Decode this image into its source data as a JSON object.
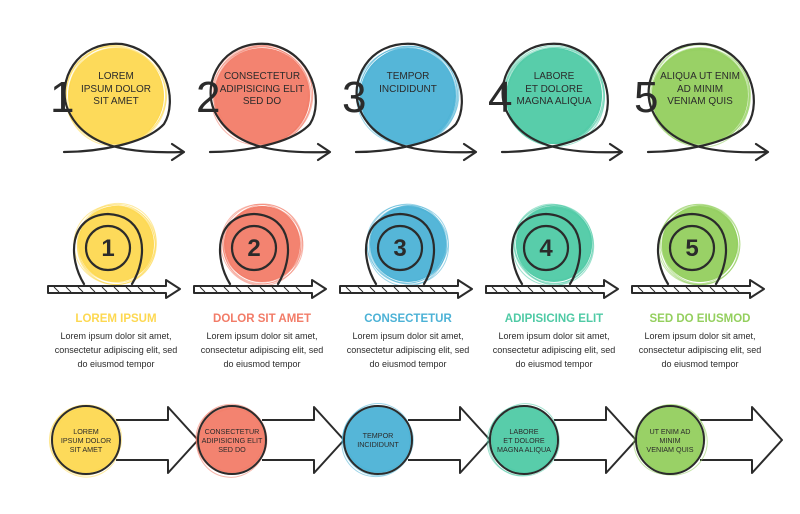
{
  "colors": {
    "yellow": "#fdd851",
    "coral": "#f27c68",
    "blue": "#4cb2d6",
    "teal": "#4fcaa5",
    "green": "#94cf5e",
    "ink": "#2b2b2b"
  },
  "row1": [
    {
      "number": "1",
      "text": "LOREM IPSUM DOLOR SIT AMET",
      "lines": [
        "LOREM",
        "IPSUM DOLOR",
        "SIT AMET"
      ],
      "color": "#fdd851"
    },
    {
      "number": "2",
      "text": "CONSECTETUR ADIPISICING ELIT SED DO",
      "lines": [
        "CONSECTETUR",
        "ADIPISICING ELIT",
        "SED DO"
      ],
      "color": "#f27c68"
    },
    {
      "number": "3",
      "text": "TEMPOR INCIDIDUNT",
      "lines": [
        "TEMPOR",
        "INCIDIDUNT"
      ],
      "color": "#4cb2d6"
    },
    {
      "number": "4",
      "text": "LABORE ET DOLORE MAGNA ALIQUA",
      "lines": [
        "LABORE",
        "ET DOLORE",
        "MAGNA ALIQUA"
      ],
      "color": "#4fcaa5"
    },
    {
      "number": "5",
      "text": "ALIQUA UT ENIM AD MINIM VENIAM QUIS",
      "lines": [
        "ALIQUA UT ENIM",
        "AD MINIM",
        "VENIAM QUIS"
      ],
      "color": "#94cf5e"
    }
  ],
  "row2": [
    {
      "number": "1",
      "heading": "LOREM IPSUM",
      "body": [
        "Lorem ipsum dolor sit amet,",
        "consectetur adipiscing elit, sed",
        "do eiusmod tempor"
      ],
      "color": "#fdd851"
    },
    {
      "number": "2",
      "heading": "DOLOR SIT AMET",
      "body": [
        "Lorem ipsum dolor sit amet,",
        "consectetur adipiscing elit, sed",
        "do eiusmod tempor"
      ],
      "color": "#f27c68"
    },
    {
      "number": "3",
      "heading": "CONSECTETUR",
      "body": [
        "Lorem ipsum dolor sit amet,",
        "consectetur adipiscing elit, sed",
        "do eiusmod tempor"
      ],
      "color": "#4cb2d6"
    },
    {
      "number": "4",
      "heading": "ADIPISICING ELIT",
      "body": [
        "Lorem ipsum dolor sit amet,",
        "consectetur adipiscing elit, sed",
        "do eiusmod tempor"
      ],
      "color": "#4fcaa5"
    },
    {
      "number": "5",
      "heading": "SED DO EIUSMOD",
      "body": [
        "Lorem ipsum dolor sit amet,",
        "consectetur adipiscing elit, sed",
        "do eiusmod tempor"
      ],
      "color": "#94cf5e"
    }
  ],
  "row3": [
    {
      "lines": [
        "LOREM",
        "IPSUM DOLOR",
        "SIT AMET"
      ],
      "color": "#fdd851"
    },
    {
      "lines": [
        "CONSECTETUR",
        "ADIPISICING ELIT",
        "SED DO"
      ],
      "color": "#f27c68"
    },
    {
      "lines": [
        "TEMPOR",
        "INCIDIDUNT"
      ],
      "color": "#4cb2d6"
    },
    {
      "lines": [
        "LABORE",
        "ET DOLORE",
        "MAGNA ALIQUA"
      ],
      "color": "#4fcaa5"
    },
    {
      "lines": [
        "UT ENIM AD",
        "MINIM",
        "VENIAM QUIS"
      ],
      "color": "#94cf5e"
    }
  ]
}
